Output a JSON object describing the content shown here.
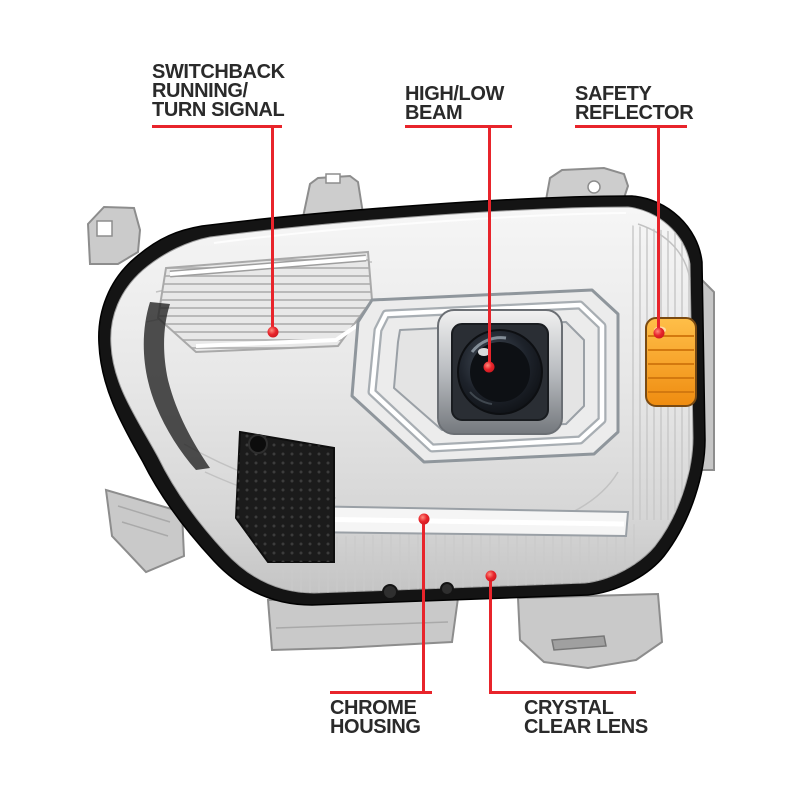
{
  "canvas": {
    "background": "#ffffff"
  },
  "theme": {
    "accent_red": "#e8242b",
    "label_text": "#2a2a2a",
    "amber": "#f59a1e",
    "chrome": "#e7e7e7",
    "black_trim": "#161616"
  },
  "callouts": [
    {
      "id": "switchback-running-turn-signal",
      "lines": [
        "SWITCHBACK",
        "RUNNING/",
        "TURN SIGNAL"
      ]
    },
    {
      "id": "high-low-beam",
      "lines": [
        "HIGH/LOW",
        "BEAM"
      ]
    },
    {
      "id": "safety-reflector",
      "lines": [
        "SAFETY",
        "REFLECTOR"
      ]
    },
    {
      "id": "chrome-housing",
      "lines": [
        "CHROME",
        "HOUSING"
      ]
    },
    {
      "id": "crystal-clear-lens",
      "lines": [
        "CRYSTAL",
        "CLEAR LENS"
      ]
    }
  ]
}
